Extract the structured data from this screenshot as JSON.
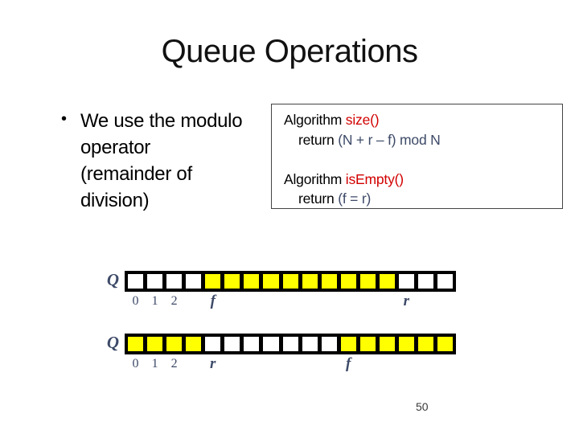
{
  "slide": {
    "title": "Queue Operations",
    "page_number": "50"
  },
  "bullet": {
    "marker": "•",
    "lines": [
      "We use the modulo",
      "operator",
      "(remainder of",
      "division)"
    ]
  },
  "algorithm_box": {
    "lines": [
      {
        "indent": 0,
        "segments": [
          {
            "text": "Algorithm ",
            "color": "black"
          },
          {
            "text": "size()",
            "color": "red"
          }
        ]
      },
      {
        "indent": 1,
        "segments": [
          {
            "text": "return ",
            "color": "black"
          },
          {
            "text": "(N + r – f) mod N",
            "color": "navy"
          }
        ]
      },
      {
        "indent": 0,
        "segments": []
      },
      {
        "indent": 0,
        "segments": [
          {
            "text": "Algorithm ",
            "color": "black"
          },
          {
            "text": "isEmpty()",
            "color": "red"
          }
        ]
      },
      {
        "indent": 1,
        "segments": [
          {
            "text": "return ",
            "color": "black"
          },
          {
            "text": "(f = r)",
            "color": "navy"
          }
        ]
      }
    ]
  },
  "queues": [
    {
      "label": "Q",
      "cells": [
        "white",
        "white",
        "white",
        "white",
        "yellow",
        "yellow",
        "yellow",
        "yellow",
        "yellow",
        "yellow",
        "yellow",
        "yellow",
        "yellow",
        "yellow",
        "white",
        "white",
        "white"
      ],
      "index_labels": [
        {
          "text": "0",
          "cell": 0
        },
        {
          "text": "1",
          "cell": 1
        },
        {
          "text": "2",
          "cell": 2
        }
      ],
      "pointer_labels": [
        {
          "text": "f",
          "cell": 4
        },
        {
          "text": "r",
          "cell": 14
        }
      ]
    },
    {
      "label": "Q",
      "cells": [
        "yellow",
        "yellow",
        "yellow",
        "yellow",
        "white",
        "white",
        "white",
        "white",
        "white",
        "white",
        "white",
        "yellow",
        "yellow",
        "yellow",
        "yellow",
        "yellow",
        "yellow"
      ],
      "index_labels": [
        {
          "text": "0",
          "cell": 0
        },
        {
          "text": "1",
          "cell": 1
        },
        {
          "text": "2",
          "cell": 2
        }
      ],
      "pointer_labels": [
        {
          "text": "r",
          "cell": 4
        },
        {
          "text": "f",
          "cell": 11
        }
      ]
    }
  ],
  "colors": {
    "accent_red": "#d20000",
    "navy": "#3d4a68",
    "cell_yellow": "#ffff00",
    "cell_white": "#ffffff"
  }
}
